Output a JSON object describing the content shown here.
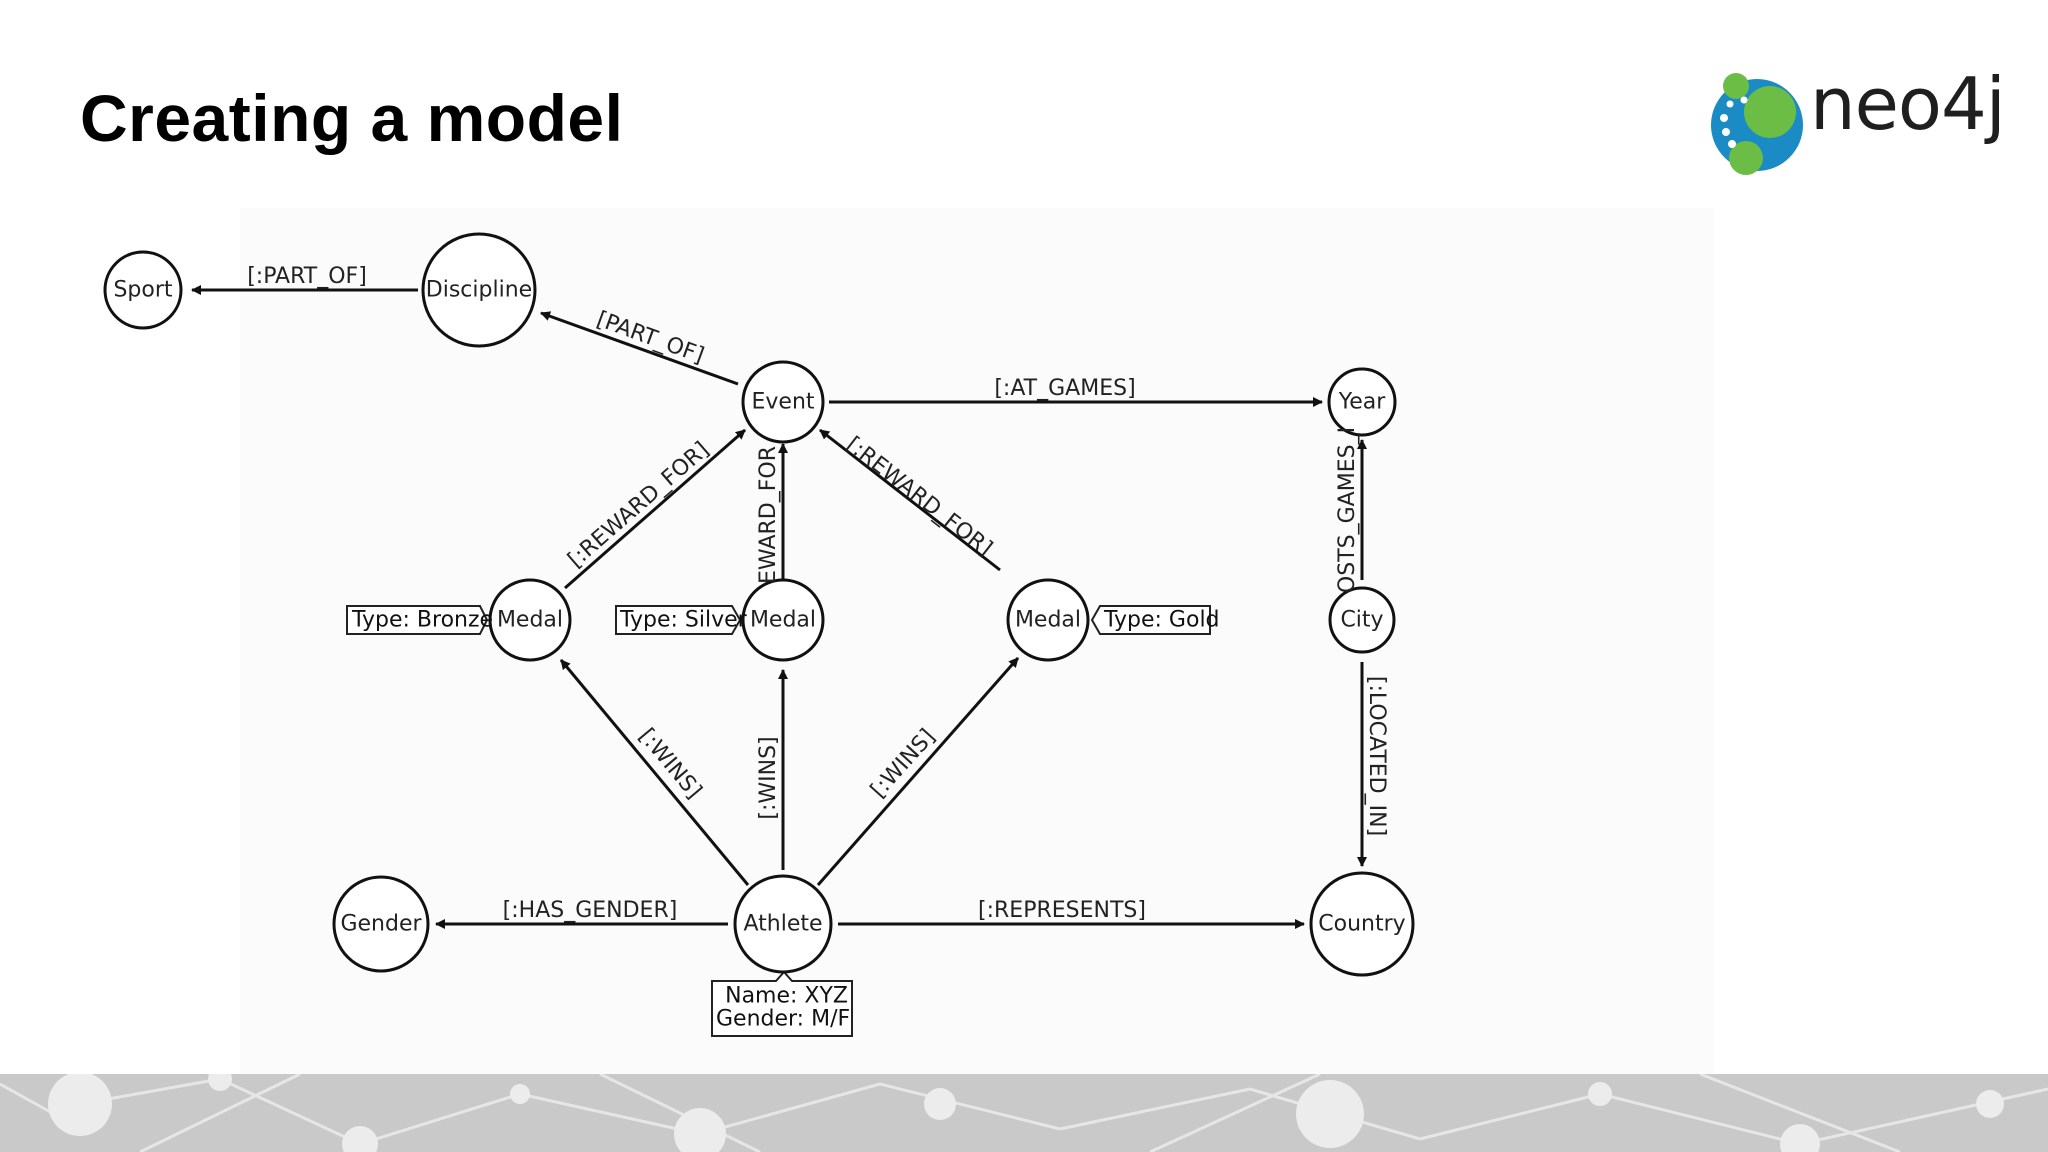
{
  "slide": {
    "title": "Creating a model"
  },
  "logo": {
    "text": "neo4j",
    "colors": {
      "blue": "#1a8bc4",
      "green": "#6cbd45"
    }
  },
  "nodes": {
    "sport": "Sport",
    "discipline": "Discipline",
    "event": "Event",
    "year": "Year",
    "medal_bronze": "Medal",
    "medal_silver": "Medal",
    "medal_gold": "Medal",
    "city": "City",
    "gender": "Gender",
    "athlete": "Athlete",
    "country": "Country"
  },
  "properties": {
    "bronze": "Type:  Bronze",
    "silver": "Type:  Silver",
    "gold": "Type:  Gold",
    "athlete_name": "Name: XYZ",
    "athlete_gender": "Gender: M/F"
  },
  "edges": {
    "discipline_sport": "[:PART_OF]",
    "event_discipline": "[PART_OF]",
    "event_year": "[:AT_GAMES]",
    "bronze_event": "[:REWARD_FOR]",
    "silver_event": "EWARD_FOR",
    "gold_event": "[:REWARD_FOR]",
    "city_year": "OSTS_GAMES_I",
    "athlete_bronze": "[:WINS]",
    "athlete_silver": "[:WINS]",
    "athlete_gold": "[:WINS]",
    "city_country": "[:LOCATED_IN]",
    "athlete_gender": "[:HAS_GENDER]",
    "athlete_country": "[:REPRESENTS]"
  }
}
